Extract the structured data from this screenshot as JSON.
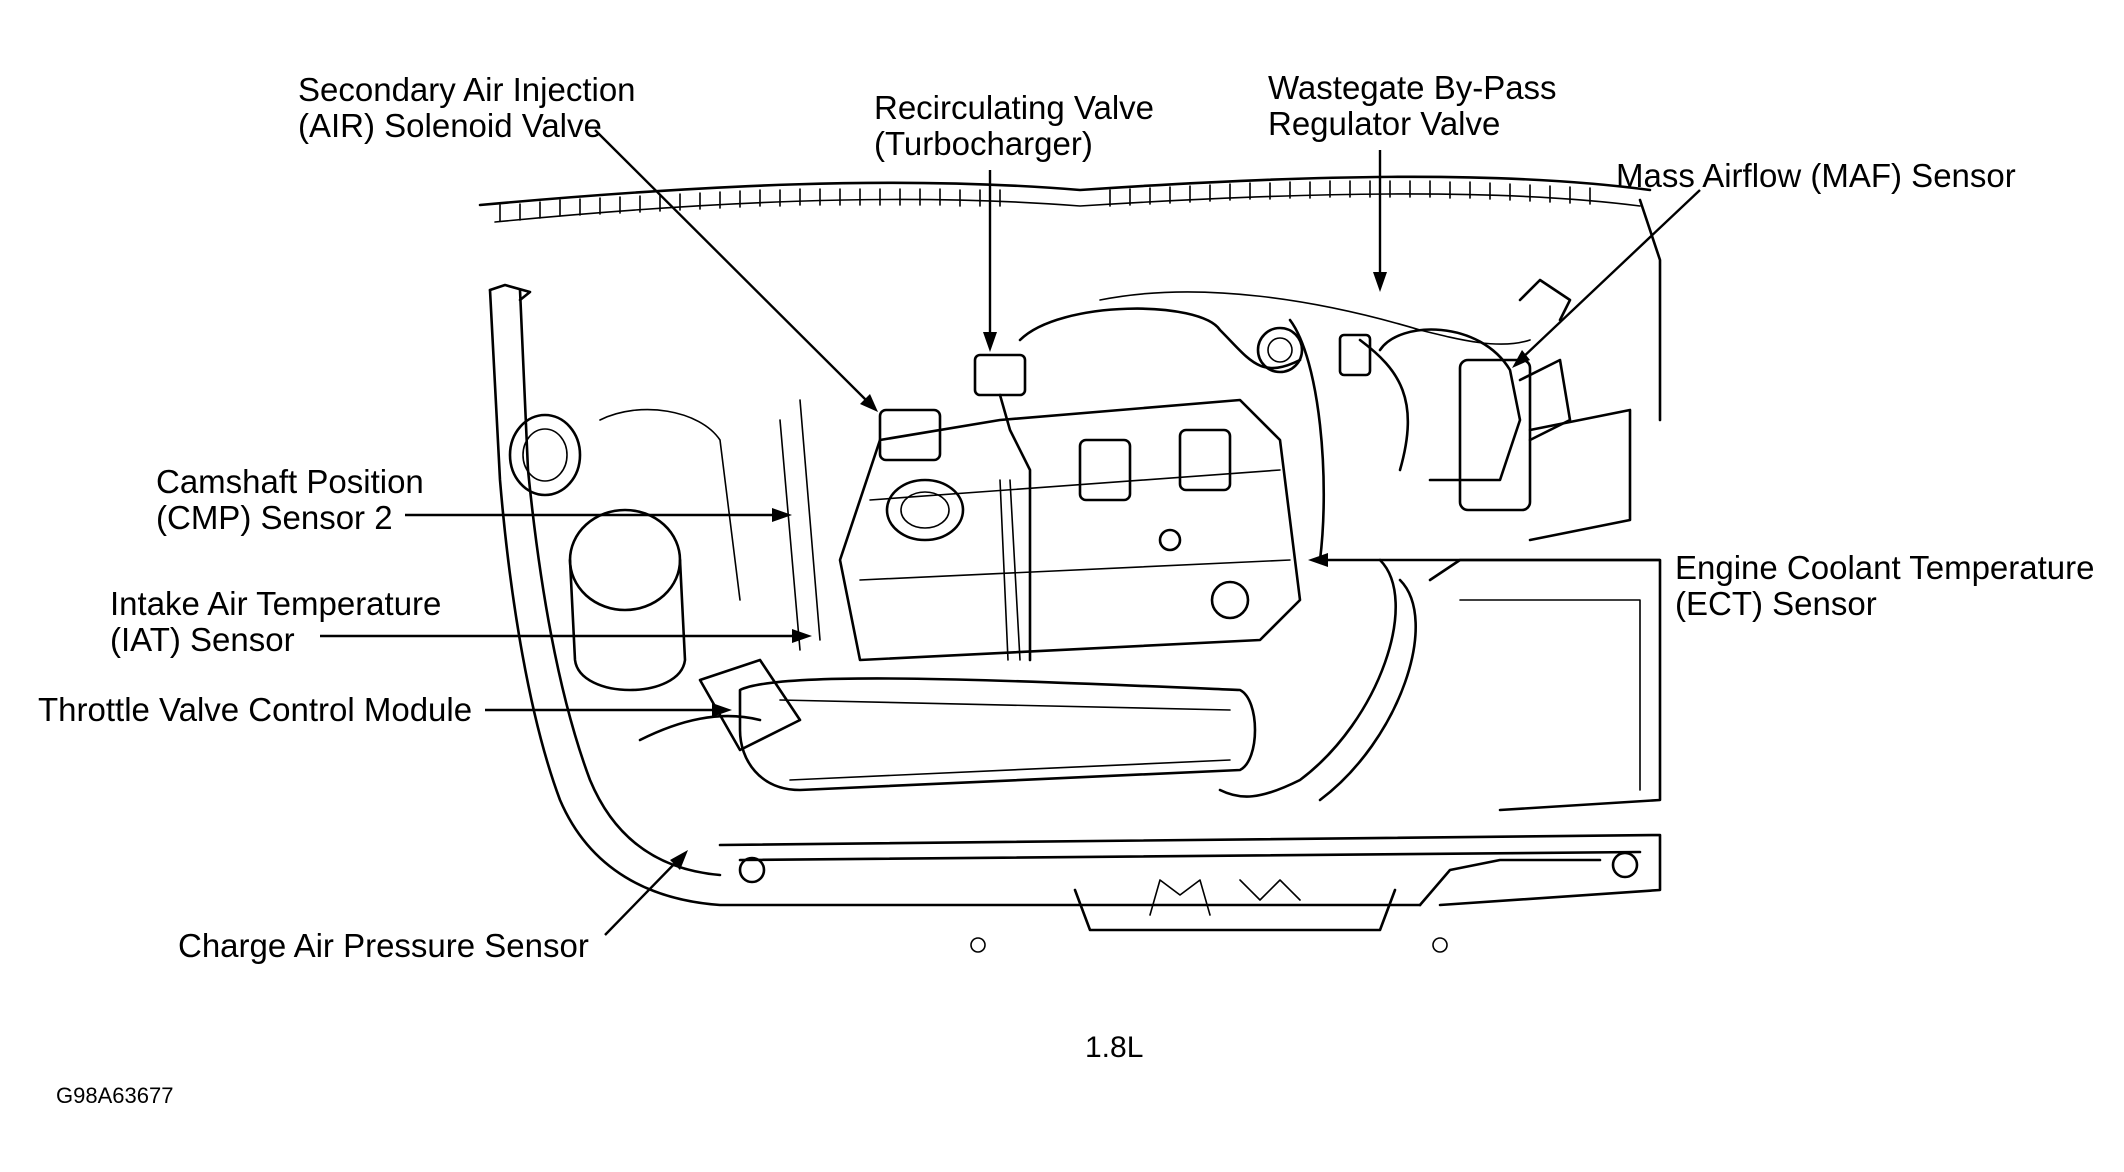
{
  "figure_label": "1.8L",
  "figure_code": "G98A63677",
  "callouts": {
    "secondary_air": "Secondary Air Injection\n(AIR) Solenoid Valve",
    "recirculating_valve": "Recirculating Valve\n(Turbocharger)",
    "wastegate": "Wastegate By-Pass\nRegulator Valve",
    "maf": "Mass Airflow (MAF) Sensor",
    "cmp": "Camshaft Position\n(CMP) Sensor 2",
    "iat": "Intake Air Temperature\n(IAT) Sensor",
    "throttle": "Throttle Valve Control Module",
    "ect": "Engine Coolant Temperature\n(ECT) Sensor",
    "charge_air": "Charge Air Pressure Sensor"
  }
}
